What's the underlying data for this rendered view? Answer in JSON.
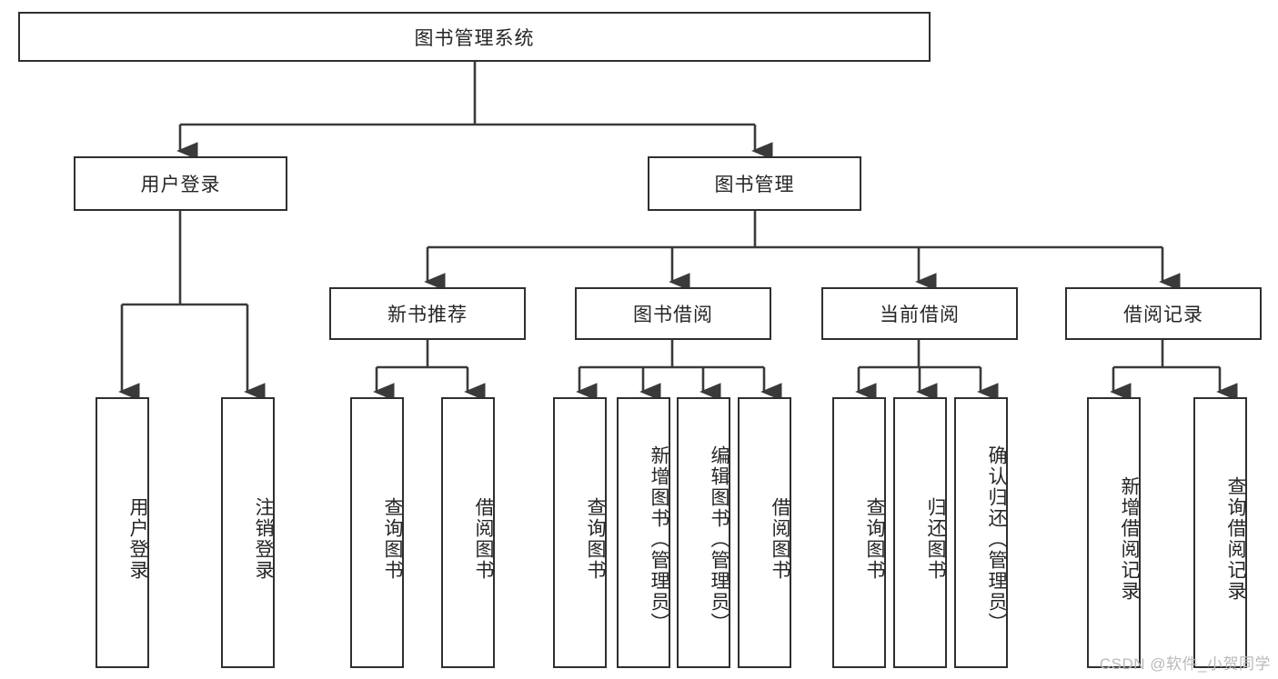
{
  "diagram": {
    "title": "图书管理系统",
    "watermark": "CSDN @软件_小贺同学",
    "colors": {
      "box_border": "#2f2f2f",
      "box_fill": "#ffffff",
      "text": "#262626",
      "connector": "#3a3a3a",
      "watermark": "#b9b9b9",
      "page_background": "#ffffff"
    },
    "root": {
      "label": "图书管理系统"
    },
    "level2": [
      {
        "label": "用户登录"
      },
      {
        "label": "图书管理"
      }
    ],
    "level3": [
      {
        "label": "新书推荐"
      },
      {
        "label": "图书借阅"
      },
      {
        "label": "当前借阅"
      },
      {
        "label": "借阅记录"
      }
    ],
    "leaves": {
      "user_login": [
        {
          "label": "用户登录"
        },
        {
          "label": "注销登录"
        }
      ],
      "new_book_recommend": [
        {
          "label": "查询图书"
        },
        {
          "label": "借阅图书"
        }
      ],
      "book_borrow": [
        {
          "label": "查询图书"
        },
        {
          "label": "新增图书（管理员）"
        },
        {
          "label": "编辑图书（管理员）"
        },
        {
          "label": "借阅图书"
        }
      ],
      "current_borrow": [
        {
          "label": "查询图书"
        },
        {
          "label": "归还图书"
        },
        {
          "label": "确认归还（管理员）"
        }
      ],
      "borrow_record": [
        {
          "label": "新增借阅记录"
        },
        {
          "label": "查询借阅记录"
        }
      ]
    }
  }
}
